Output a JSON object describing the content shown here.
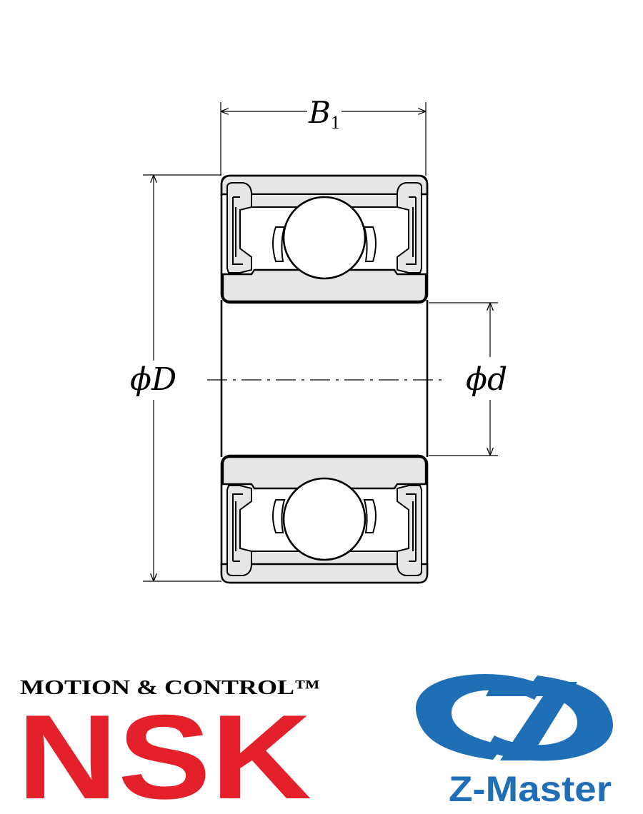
{
  "diagram": {
    "labels": {
      "width_symbol": "B",
      "width_subscript": "1",
      "outer_diameter": "ϕD",
      "bore_diameter": "ϕd"
    }
  },
  "logos": {
    "nsk": {
      "tagline": "MOTION & CONTROL™",
      "wordmark": "NSK",
      "color": "#e4202a"
    },
    "zmaster": {
      "wordmark": "Z-Master",
      "color": "#1f6fb6"
    }
  }
}
